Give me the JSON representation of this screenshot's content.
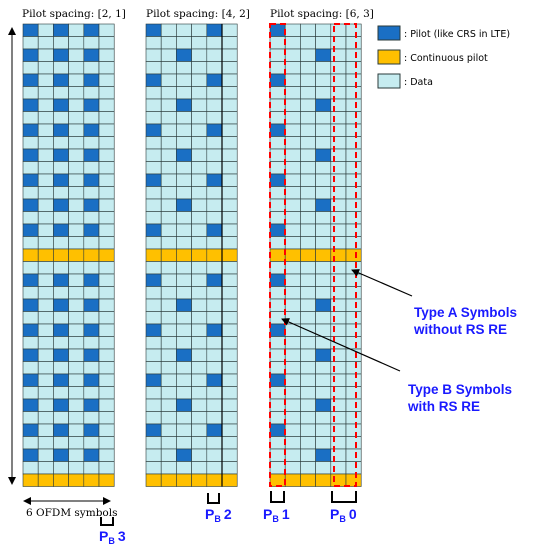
{
  "grids": [
    {
      "title": "Pilot spacing: [2, 1]",
      "pb_label": "3"
    },
    {
      "title": "Pilot spacing: [4, 2]",
      "pb_label": "2"
    },
    {
      "title": "Pilot spacing: [6, 3]",
      "pb_label": "1",
      "pb_label_2": "0"
    }
  ],
  "pb_prefix": "P",
  "pb_sub": "B",
  "legend": {
    "pilot": ": Pilot (like CRS in LTE)",
    "continuous": ": Continuous pilot",
    "data": ": Data"
  },
  "axis_label": "6 OFDM symbols",
  "annotations": {
    "type_a_line1": "Type A Symbols",
    "type_a_line2": "without RS RE",
    "type_b_line1": "Type B Symbols",
    "type_b_line2": "with RS RE"
  },
  "colors": {
    "pilot": "#1a6fc4",
    "continuous": "#ffc000",
    "data": "#c6ecf0",
    "grid_line": "#2a3a3a",
    "highlight": "#ff0000",
    "annotation_text": "#1a1aff"
  }
}
